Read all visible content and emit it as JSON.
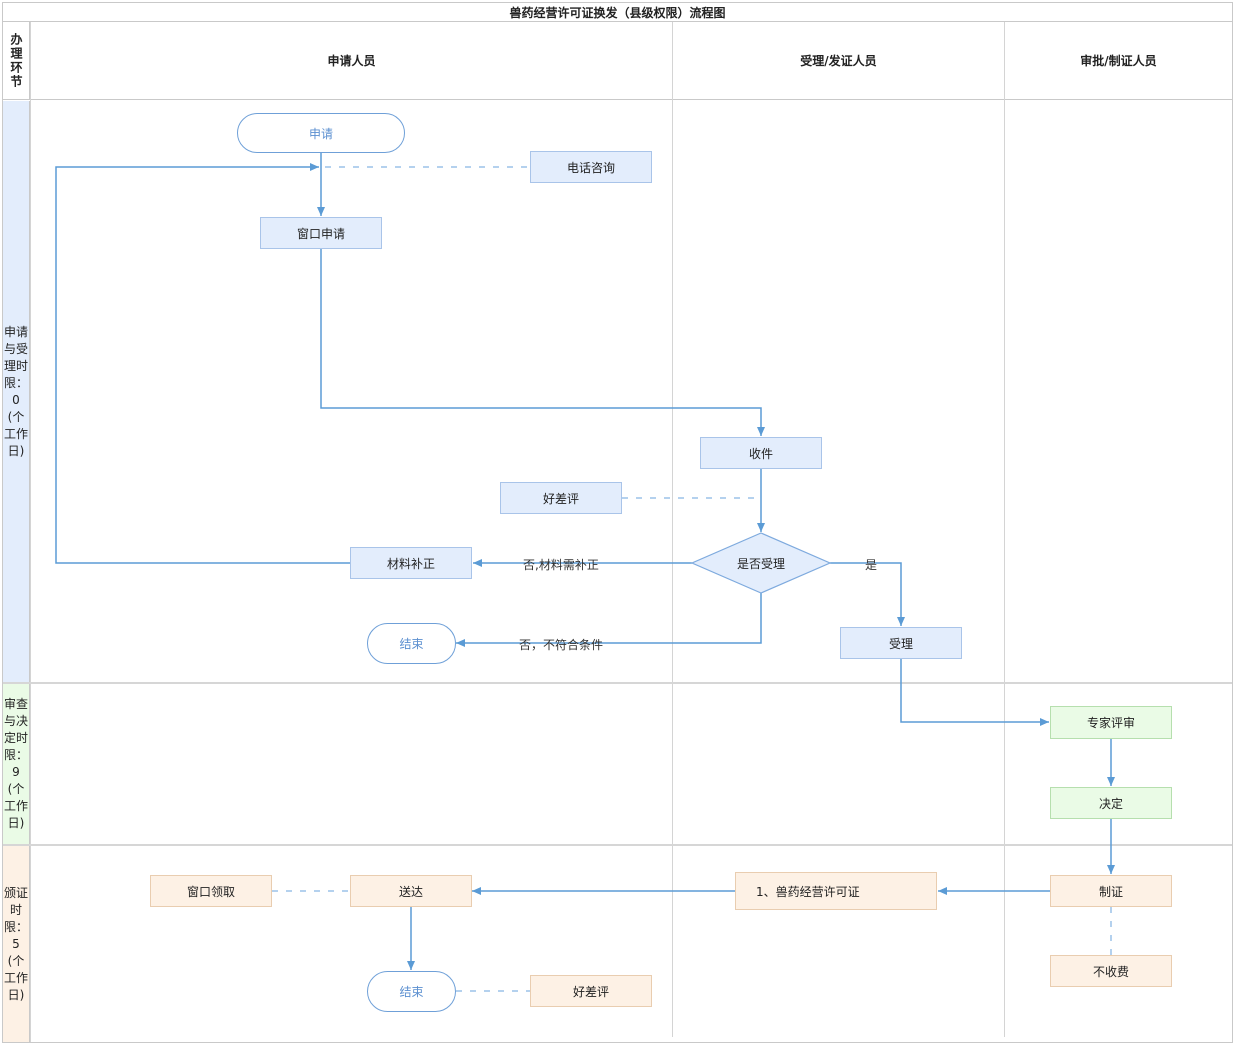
{
  "title": "兽药经营许可证换发（县级权限）流程图",
  "header": {
    "stage_col": "办理环节",
    "lanes": [
      "申请人员",
      "受理/发证人员",
      "审批/制证人员"
    ]
  },
  "stages": [
    {
      "label": "申请与受理时限：0(个工作日)",
      "color": "#e3edfc"
    },
    {
      "label": "审查与决定时限：9(个工作日)",
      "color": "#eafbe6"
    },
    {
      "label": "颁证时限：5(个工作日)",
      "color": "#fdf1e5"
    }
  ],
  "nodes": {
    "apply_start": "申请",
    "phone_consult": "电话咨询",
    "window_apply": "窗口申请",
    "receive": "收件",
    "rating1": "好差评",
    "decide_accept": "是否受理",
    "supplement": "材料补正",
    "end1": "结束",
    "accept": "受理",
    "expert_review": "专家评审",
    "decision": "决定",
    "make_cert": "制证",
    "no_fee": "不收费",
    "license": "1、兽药经营许可证",
    "deliver": "送达",
    "window_pickup": "窗口领取",
    "end2": "结束",
    "rating2": "好差评"
  },
  "edges": {
    "no_supplement": "否,材料需补正",
    "no_unqualified": "否，不符合条件",
    "yes": "是"
  },
  "colors": {
    "arrow": "#5b9bd5",
    "blue_fill": "#e3edfc",
    "green_fill": "#eafbe6",
    "peach_fill": "#fdf1e5"
  }
}
